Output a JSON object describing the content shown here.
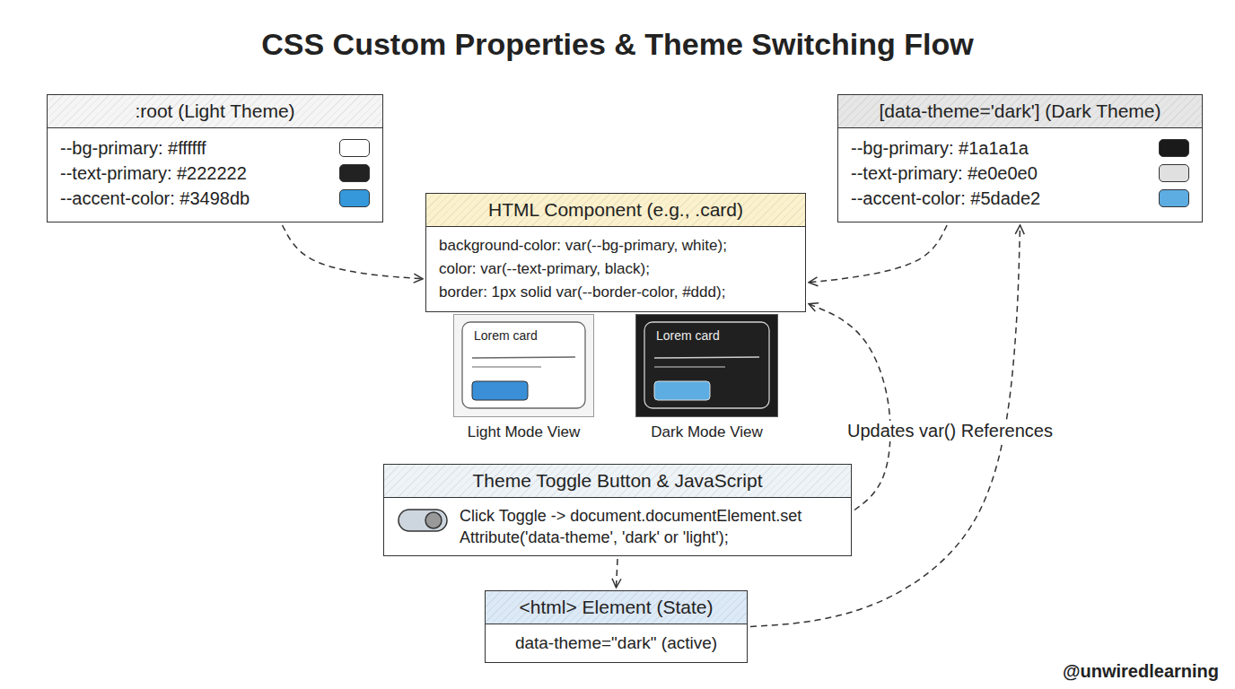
{
  "diagram": {
    "title": "CSS Custom Properties & Theme Switching Flow",
    "nodes": [
      {
        "text": [
          ":root (Light Theme)",
          "--bg-primary: #ffffff",
          "--text-primary: #222222",
          "--accent-color: #3498db"
        ]
      },
      {
        "text": [
          "[data-theme='dark'] (Dark Theme)",
          "--bg-primary: #1a1a1a",
          "--text-primary: #e0e0e0",
          "--accent-color: #5dade2"
        ]
      },
      {
        "text": [
          "HTML Component (e.g., .card)",
          "background-color: var(--bg-primary, white);",
          "color: var(--text-primary, black);",
          "border: 1px solid var(--border-color, #ddd);"
        ]
      },
      {
        "text": [
          "Lorem card",
          "Light Mode View"
        ]
      },
      {
        "text": [
          "Lorem card",
          "Dark Mode View"
        ]
      },
      {
        "text": [
          "Theme Toggle Button & JavaScript",
          "Click Toggle -> document.documentElement.set Attribute('data-theme', 'dark' or 'light');"
        ]
      },
      {
        "text": [
          "<html> Element (State)",
          "data-theme=\"dark\" (active)"
        ]
      }
    ],
    "edges": [
      {
        "from": 0,
        "to": 2,
        "arrow": "to"
      },
      {
        "from": 1,
        "to": 2,
        "arrow": "to"
      },
      {
        "from": 5,
        "to": 2,
        "arrow": "to",
        "label": "Updates var() References"
      },
      {
        "from": 5,
        "to": 6,
        "arrow": "to"
      },
      {
        "from": 6,
        "to": 1,
        "arrow": "to"
      }
    ],
    "labels": [
      "@unwiredlearning"
    ]
  }
}
